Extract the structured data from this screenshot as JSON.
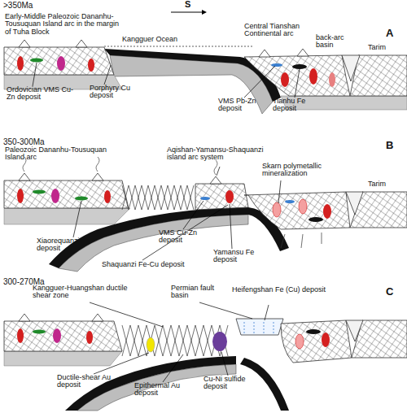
{
  "diagram": {
    "labels": [
      ">350Ma",
      "S",
      "A",
      "Early-Middle Paleozoic Dananhu-Tousuquan Island arc in the margin of Tuha Block",
      "Kangguer Ocean",
      "Central Tianshan Continental arc",
      "back-arc basin",
      "Tarim",
      "Ordovician VMS Cu-Zn deposit",
      "Porphyry Cu deposit",
      "VMS Pb-Zn deposit",
      "Tianhu Fe deposit",
      "350-300Ma",
      "B",
      "Paleozoic Dananhu-Tousuquan Island arc",
      "Aqishan-Yamansu-Shaquanzi island arc system",
      "Skarn polymetallic mineralization",
      "Tarim",
      "Xiaorequanzi Cu deposit",
      "VMS Cu-Zn deposit",
      "Shaquanzi Fe-Cu deposit",
      "Yamansu Fe deposit",
      "300-270Ma",
      "C",
      "Kangguer-Huangshan ductile shear zone",
      "Permian fault basin",
      "Heifengshan Fe (Cu) deposit",
      "Ductile-shear Au deposit",
      "Epithermal Au deposit",
      "Cu-Ni sulfide deposit"
    ]
  }
}
